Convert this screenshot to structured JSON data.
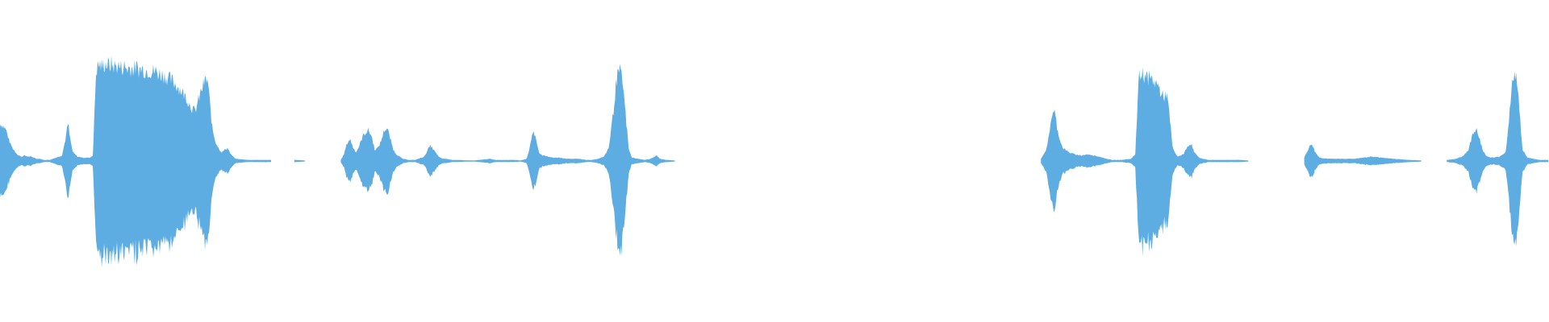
{
  "waveform": {
    "color": "#5dade2",
    "background": "#ffffff",
    "samples": [
      {
        "t": 0.0,
        "amp": 0.34
      },
      {
        "t": 0.002,
        "amp": 0.32
      },
      {
        "t": 0.004,
        "amp": 0.28
      },
      {
        "t": 0.006,
        "amp": 0.18
      },
      {
        "t": 0.008,
        "amp": 0.12
      },
      {
        "t": 0.01,
        "amp": 0.08
      },
      {
        "t": 0.012,
        "amp": 0.05
      },
      {
        "t": 0.014,
        "amp": 0.04
      },
      {
        "t": 0.016,
        "amp": 0.05
      },
      {
        "t": 0.018,
        "amp": 0.04
      },
      {
        "t": 0.02,
        "amp": 0.04
      },
      {
        "t": 0.022,
        "amp": 0.03
      },
      {
        "t": 0.024,
        "amp": 0.02
      },
      {
        "t": 0.026,
        "amp": 0.02
      },
      {
        "t": 0.028,
        "amp": 0.01
      },
      {
        "t": 0.03,
        "amp": 0.01
      },
      {
        "t": 0.032,
        "amp": 0.01
      },
      {
        "t": 0.04,
        "amp": 0.05
      },
      {
        "t": 0.042,
        "amp": 0.18
      },
      {
        "t": 0.044,
        "amp": 0.35
      },
      {
        "t": 0.045,
        "amp": 0.22
      },
      {
        "t": 0.047,
        "amp": 0.08
      },
      {
        "t": 0.05,
        "amp": 0.04
      },
      {
        "t": 0.054,
        "amp": 0.03
      },
      {
        "t": 0.058,
        "amp": 0.03
      },
      {
        "t": 0.06,
        "amp": 0.05
      },
      {
        "t": 0.062,
        "amp": 0.82
      },
      {
        "t": 0.064,
        "amp": 0.88
      },
      {
        "t": 0.066,
        "amp": 0.86
      },
      {
        "t": 0.068,
        "amp": 0.89
      },
      {
        "t": 0.07,
        "amp": 0.87
      },
      {
        "t": 0.072,
        "amp": 0.88
      },
      {
        "t": 0.074,
        "amp": 0.86
      },
      {
        "t": 0.076,
        "amp": 0.87
      },
      {
        "t": 0.078,
        "amp": 0.85
      },
      {
        "t": 0.08,
        "amp": 0.86
      },
      {
        "t": 0.082,
        "amp": 0.84
      },
      {
        "t": 0.084,
        "amp": 0.85
      },
      {
        "t": 0.086,
        "amp": 0.84
      },
      {
        "t": 0.088,
        "amp": 0.85
      },
      {
        "t": 0.09,
        "amp": 0.83
      },
      {
        "t": 0.092,
        "amp": 0.84
      },
      {
        "t": 0.094,
        "amp": 0.82
      },
      {
        "t": 0.096,
        "amp": 0.83
      },
      {
        "t": 0.098,
        "amp": 0.81
      },
      {
        "t": 0.1,
        "amp": 0.82
      },
      {
        "t": 0.102,
        "amp": 0.8
      },
      {
        "t": 0.104,
        "amp": 0.79
      },
      {
        "t": 0.106,
        "amp": 0.78
      },
      {
        "t": 0.108,
        "amp": 0.76
      },
      {
        "t": 0.11,
        "amp": 0.74
      },
      {
        "t": 0.112,
        "amp": 0.72
      },
      {
        "t": 0.114,
        "amp": 0.69
      },
      {
        "t": 0.116,
        "amp": 0.66
      },
      {
        "t": 0.118,
        "amp": 0.62
      },
      {
        "t": 0.12,
        "amp": 0.58
      },
      {
        "t": 0.122,
        "amp": 0.53
      },
      {
        "t": 0.124,
        "amp": 0.48
      },
      {
        "t": 0.126,
        "amp": 0.45
      },
      {
        "t": 0.128,
        "amp": 0.55
      },
      {
        "t": 0.13,
        "amp": 0.64
      },
      {
        "t": 0.132,
        "amp": 0.72
      },
      {
        "t": 0.134,
        "amp": 0.74
      },
      {
        "t": 0.135,
        "amp": 0.6
      },
      {
        "t": 0.137,
        "amp": 0.3
      },
      {
        "t": 0.139,
        "amp": 0.18
      },
      {
        "t": 0.141,
        "amp": 0.12
      },
      {
        "t": 0.143,
        "amp": 0.08
      },
      {
        "t": 0.145,
        "amp": 0.1
      },
      {
        "t": 0.147,
        "amp": 0.12
      },
      {
        "t": 0.149,
        "amp": 0.06
      },
      {
        "t": 0.152,
        "amp": 0.02
      },
      {
        "t": 0.16,
        "amp": 0.01
      },
      {
        "t": 0.175,
        "amp": 0.01
      },
      {
        "t": 0.19,
        "amp": 0.01
      },
      {
        "t": 0.197,
        "amp": 0.005
      },
      {
        "t": 0.22,
        "amp": 0.01
      },
      {
        "t": 0.222,
        "amp": 0.06
      },
      {
        "t": 0.224,
        "amp": 0.16
      },
      {
        "t": 0.226,
        "amp": 0.2
      },
      {
        "t": 0.228,
        "amp": 0.12
      },
      {
        "t": 0.23,
        "amp": 0.08
      },
      {
        "t": 0.232,
        "amp": 0.14
      },
      {
        "t": 0.234,
        "amp": 0.22
      },
      {
        "t": 0.236,
        "amp": 0.26
      },
      {
        "t": 0.238,
        "amp": 0.28
      },
      {
        "t": 0.24,
        "amp": 0.22
      },
      {
        "t": 0.242,
        "amp": 0.1
      },
      {
        "t": 0.244,
        "amp": 0.12
      },
      {
        "t": 0.246,
        "amp": 0.18
      },
      {
        "t": 0.248,
        "amp": 0.28
      },
      {
        "t": 0.25,
        "amp": 0.3
      },
      {
        "t": 0.252,
        "amp": 0.2
      },
      {
        "t": 0.254,
        "amp": 0.1
      },
      {
        "t": 0.256,
        "amp": 0.06
      },
      {
        "t": 0.258,
        "amp": 0.04
      },
      {
        "t": 0.26,
        "amp": 0.02
      },
      {
        "t": 0.264,
        "amp": 0.01
      },
      {
        "t": 0.268,
        "amp": 0.01
      },
      {
        "t": 0.274,
        "amp": 0.04
      },
      {
        "t": 0.276,
        "amp": 0.1
      },
      {
        "t": 0.278,
        "amp": 0.14
      },
      {
        "t": 0.28,
        "amp": 0.1
      },
      {
        "t": 0.282,
        "amp": 0.06
      },
      {
        "t": 0.284,
        "amp": 0.03
      },
      {
        "t": 0.286,
        "amp": 0.02
      },
      {
        "t": 0.288,
        "amp": 0.02
      },
      {
        "t": 0.292,
        "amp": 0.01
      },
      {
        "t": 0.306,
        "amp": 0.005
      },
      {
        "t": 0.31,
        "amp": 0.01
      },
      {
        "t": 0.316,
        "amp": 0.02
      },
      {
        "t": 0.32,
        "amp": 0.01
      },
      {
        "t": 0.326,
        "amp": 0.01
      },
      {
        "t": 0.332,
        "amp": 0.01
      },
      {
        "t": 0.336,
        "amp": 0.005
      },
      {
        "t": 0.34,
        "amp": 0.02
      },
      {
        "t": 0.342,
        "amp": 0.12
      },
      {
        "t": 0.344,
        "amp": 0.28
      },
      {
        "t": 0.346,
        "amp": 0.2
      },
      {
        "t": 0.348,
        "amp": 0.08
      },
      {
        "t": 0.35,
        "amp": 0.05
      },
      {
        "t": 0.354,
        "amp": 0.04
      },
      {
        "t": 0.358,
        "amp": 0.03
      },
      {
        "t": 0.362,
        "amp": 0.03
      },
      {
        "t": 0.366,
        "amp": 0.02
      },
      {
        "t": 0.37,
        "amp": 0.02
      },
      {
        "t": 0.374,
        "amp": 0.02
      },
      {
        "t": 0.378,
        "amp": 0.01
      },
      {
        "t": 0.382,
        "amp": 0.01
      },
      {
        "t": 0.386,
        "amp": 0.02
      },
      {
        "t": 0.39,
        "amp": 0.04
      },
      {
        "t": 0.393,
        "amp": 0.12
      },
      {
        "t": 0.396,
        "amp": 0.45
      },
      {
        "t": 0.398,
        "amp": 0.74
      },
      {
        "t": 0.4,
        "amp": 0.82
      },
      {
        "t": 0.402,
        "amp": 0.72
      },
      {
        "t": 0.404,
        "amp": 0.4
      },
      {
        "t": 0.406,
        "amp": 0.1
      },
      {
        "t": 0.408,
        "amp": 0.03
      },
      {
        "t": 0.412,
        "amp": 0.02
      },
      {
        "t": 0.416,
        "amp": 0.01
      },
      {
        "t": 0.42,
        "amp": 0.02
      },
      {
        "t": 0.424,
        "amp": 0.05
      },
      {
        "t": 0.426,
        "amp": 0.02
      },
      {
        "t": 0.43,
        "amp": 0.01
      },
      {
        "t": 0.436,
        "amp": 0.005
      },
      {
        "t": 0.672,
        "amp": 0.02
      },
      {
        "t": 0.676,
        "amp": 0.12
      },
      {
        "t": 0.679,
        "amp": 0.42
      },
      {
        "t": 0.681,
        "amp": 0.44
      },
      {
        "t": 0.683,
        "amp": 0.26
      },
      {
        "t": 0.686,
        "amp": 0.12
      },
      {
        "t": 0.69,
        "amp": 0.08
      },
      {
        "t": 0.694,
        "amp": 0.06
      },
      {
        "t": 0.698,
        "amp": 0.05
      },
      {
        "t": 0.702,
        "amp": 0.06
      },
      {
        "t": 0.706,
        "amp": 0.05
      },
      {
        "t": 0.71,
        "amp": 0.04
      },
      {
        "t": 0.714,
        "amp": 0.02
      },
      {
        "t": 0.718,
        "amp": 0.01
      },
      {
        "t": 0.724,
        "amp": 0.01
      },
      {
        "t": 0.73,
        "amp": 0.02
      },
      {
        "t": 0.733,
        "amp": 0.06
      },
      {
        "t": 0.735,
        "amp": 0.74
      },
      {
        "t": 0.737,
        "amp": 0.8
      },
      {
        "t": 0.739,
        "amp": 0.78
      },
      {
        "t": 0.741,
        "amp": 0.76
      },
      {
        "t": 0.743,
        "amp": 0.74
      },
      {
        "t": 0.745,
        "amp": 0.72
      },
      {
        "t": 0.747,
        "amp": 0.7
      },
      {
        "t": 0.749,
        "amp": 0.64
      },
      {
        "t": 0.751,
        "amp": 0.58
      },
      {
        "t": 0.753,
        "amp": 0.62
      },
      {
        "t": 0.755,
        "amp": 0.42
      },
      {
        "t": 0.757,
        "amp": 0.12
      },
      {
        "t": 0.76,
        "amp": 0.04
      },
      {
        "t": 0.764,
        "amp": 0.06
      },
      {
        "t": 0.767,
        "amp": 0.14
      },
      {
        "t": 0.769,
        "amp": 0.16
      },
      {
        "t": 0.771,
        "amp": 0.08
      },
      {
        "t": 0.774,
        "amp": 0.03
      },
      {
        "t": 0.78,
        "amp": 0.01
      },
      {
        "t": 0.79,
        "amp": 0.01
      },
      {
        "t": 0.8,
        "amp": 0.01
      },
      {
        "t": 0.806,
        "amp": 0.005
      },
      {
        "t": 0.842,
        "amp": 0.03
      },
      {
        "t": 0.845,
        "amp": 0.12
      },
      {
        "t": 0.847,
        "amp": 0.16
      },
      {
        "t": 0.849,
        "amp": 0.08
      },
      {
        "t": 0.852,
        "amp": 0.03
      },
      {
        "t": 0.858,
        "amp": 0.02
      },
      {
        "t": 0.866,
        "amp": 0.02
      },
      {
        "t": 0.874,
        "amp": 0.02
      },
      {
        "t": 0.88,
        "amp": 0.03
      },
      {
        "t": 0.886,
        "amp": 0.04
      },
      {
        "t": 0.892,
        "amp": 0.03
      },
      {
        "t": 0.9,
        "amp": 0.02
      },
      {
        "t": 0.91,
        "amp": 0.01
      },
      {
        "t": 0.918,
        "amp": 0.005
      },
      {
        "t": 0.934,
        "amp": 0.01
      },
      {
        "t": 0.94,
        "amp": 0.02
      },
      {
        "t": 0.944,
        "amp": 0.04
      },
      {
        "t": 0.948,
        "amp": 0.1
      },
      {
        "t": 0.951,
        "amp": 0.26
      },
      {
        "t": 0.953,
        "amp": 0.3
      },
      {
        "t": 0.955,
        "amp": 0.22
      },
      {
        "t": 0.957,
        "amp": 0.1
      },
      {
        "t": 0.96,
        "amp": 0.04
      },
      {
        "t": 0.964,
        "amp": 0.03
      },
      {
        "t": 0.968,
        "amp": 0.04
      },
      {
        "t": 0.972,
        "amp": 0.08
      },
      {
        "t": 0.975,
        "amp": 0.5
      },
      {
        "t": 0.977,
        "amp": 0.8
      },
      {
        "t": 0.979,
        "amp": 0.76
      },
      {
        "t": 0.981,
        "amp": 0.44
      },
      {
        "t": 0.983,
        "amp": 0.1
      },
      {
        "t": 0.986,
        "amp": 0.03
      },
      {
        "t": 0.99,
        "amp": 0.02
      },
      {
        "t": 0.994,
        "amp": 0.01
      },
      {
        "t": 1.0,
        "amp": 0.01
      }
    ]
  }
}
